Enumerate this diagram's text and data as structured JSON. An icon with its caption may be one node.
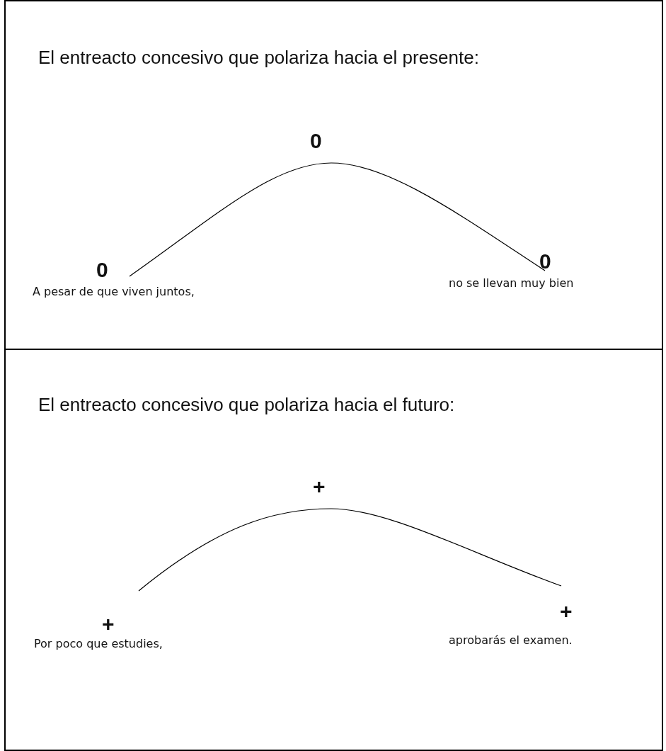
{
  "diagram": {
    "nodes": [
      {
        "text": [
          "El entreacto concesivo que polariza hacia el presente:"
        ]
      },
      {
        "text": [
          "El entreacto concesivo que polariza hacia el futuro:"
        ]
      }
    ],
    "labels": [
      "0",
      "0",
      "0",
      "A pesar de que viven juntos,",
      "no se llevan muy bien",
      "+",
      "+",
      "+",
      "Por poco que estudies,",
      "aprobarás el examen."
    ]
  }
}
